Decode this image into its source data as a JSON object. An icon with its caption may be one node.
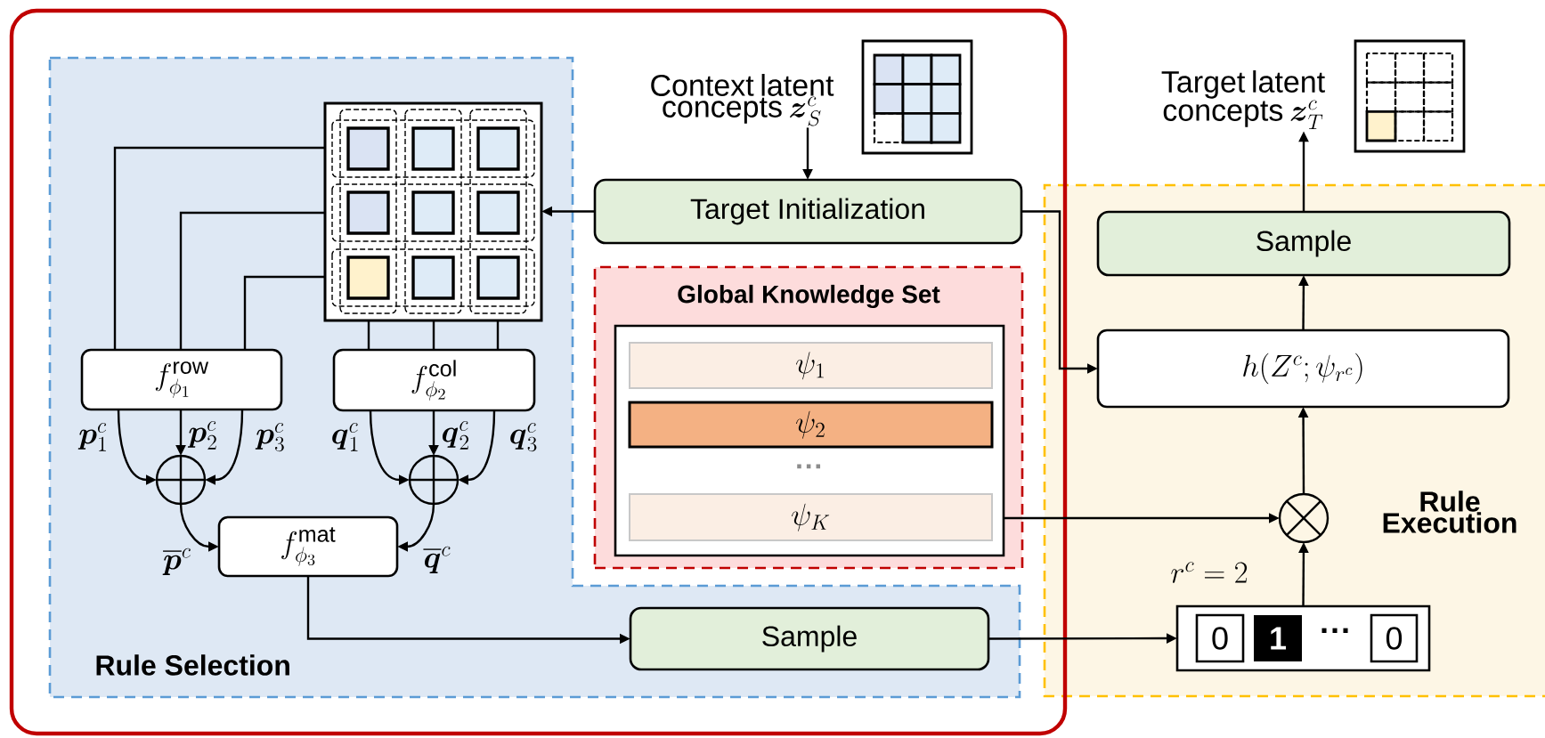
{
  "diagram": {
    "nodes": [
      {
        "text": [
          "Rule Selection"
        ]
      },
      {
        "text": [
          "Rule Execution"
        ]
      },
      {
        "text": [
          "Context latent concepts",
          "\\boldsymbol{z}^{c}_{S}"
        ]
      },
      {
        "text": [
          "Target latent concepts",
          "\\boldsymbol{z}^{c}_{T}"
        ]
      },
      {
        "text": [],
        "shape": "picture",
        "in": 0
      },
      {
        "text": [
          "f^{\\mathrm{row}}_{\\phi_{1}}"
        ],
        "in": 0
      },
      {
        "text": [
          "f^{\\mathrm{col}}_{\\phi_{2}}"
        ],
        "in": 0
      },
      {
        "text": [],
        "shape": "circle",
        "in": 0
      },
      {
        "text": [],
        "shape": "circle",
        "in": 0
      },
      {
        "text": [
          "f^{\\mathrm{mat}}_{\\phi_{3}}"
        ],
        "in": 0
      },
      {
        "text": [
          "Sample"
        ],
        "in": 0
      },
      {
        "text": [
          "Target Initialization"
        ]
      },
      {
        "text": [
          "Global Knowledge Set"
        ]
      },
      {
        "text": [
          "···"
        ],
        "in": 12
      },
      {
        "text": [
          "\\psi_{1}"
        ],
        "in": 13
      },
      {
        "text": [
          "\\psi_{2}"
        ],
        "in": 13
      },
      {
        "text": [
          "\\psi_{K}"
        ],
        "in": 13
      },
      {
        "text": [
          "Sample"
        ],
        "in": 1
      },
      {
        "text": [
          "h(Z^{c};\\psi_{r^{c}})"
        ],
        "in": 1
      },
      {
        "text": [],
        "shape": "circle",
        "in": 1
      },
      {
        "text": [
          "0",
          "1",
          "···",
          "0"
        ],
        "in": 1
      }
    ],
    "edges": [
      {
        "from": 2,
        "to": 11,
        "arrow": "to"
      },
      {
        "from": 11,
        "to": 4,
        "arrow": "to"
      },
      {
        "from": 11,
        "to": 18,
        "arrow": "to"
      },
      {
        "from": 5,
        "to": 4,
        "arrow": "none"
      },
      {
        "from": 5,
        "to": 4,
        "arrow": "none"
      },
      {
        "from": 5,
        "to": 4,
        "arrow": "none"
      },
      {
        "from": 4,
        "to": 6,
        "arrow": "none"
      },
      {
        "from": 4,
        "to": 6,
        "arrow": "none"
      },
      {
        "from": 4,
        "to": 6,
        "arrow": "none"
      },
      {
        "from": 5,
        "to": 7,
        "arrow": "to",
        "label": "\\boldsymbol{p}^{c}_{1}"
      },
      {
        "from": 5,
        "to": 7,
        "arrow": "to",
        "label": "\\boldsymbol{p}^{c}_{2}"
      },
      {
        "from": 5,
        "to": 7,
        "arrow": "to",
        "label": "\\boldsymbol{p}^{c}_{3}"
      },
      {
        "from": 6,
        "to": 8,
        "arrow": "to",
        "label": "\\boldsymbol{q}^{c}_{1}"
      },
      {
        "from": 6,
        "to": 8,
        "arrow": "to",
        "label": "\\boldsymbol{q}^{c}_{2}"
      },
      {
        "from": 6,
        "to": 8,
        "arrow": "to",
        "label": "\\boldsymbol{q}^{c}_{3}"
      },
      {
        "from": 7,
        "to": 9,
        "arrow": "to",
        "label": "\\overline{\\boldsymbol{p}}^{c}"
      },
      {
        "from": 8,
        "to": 9,
        "arrow": "to",
        "label": "\\overline{\\boldsymbol{q}}^{c}"
      },
      {
        "from": 9,
        "to": 10,
        "arrow": "to"
      },
      {
        "from": 10,
        "to": 20,
        "arrow": "to"
      },
      {
        "from": 20,
        "to": 19,
        "arrow": "to"
      },
      {
        "from": 13,
        "to": 19,
        "arrow": "to"
      },
      {
        "from": 19,
        "to": 18,
        "arrow": "to"
      },
      {
        "from": 18,
        "to": 17,
        "arrow": "to"
      },
      {
        "from": 17,
        "to": 3,
        "arrow": "to"
      }
    ],
    "labels": [
      "r^{c} = 2"
    ]
  }
}
